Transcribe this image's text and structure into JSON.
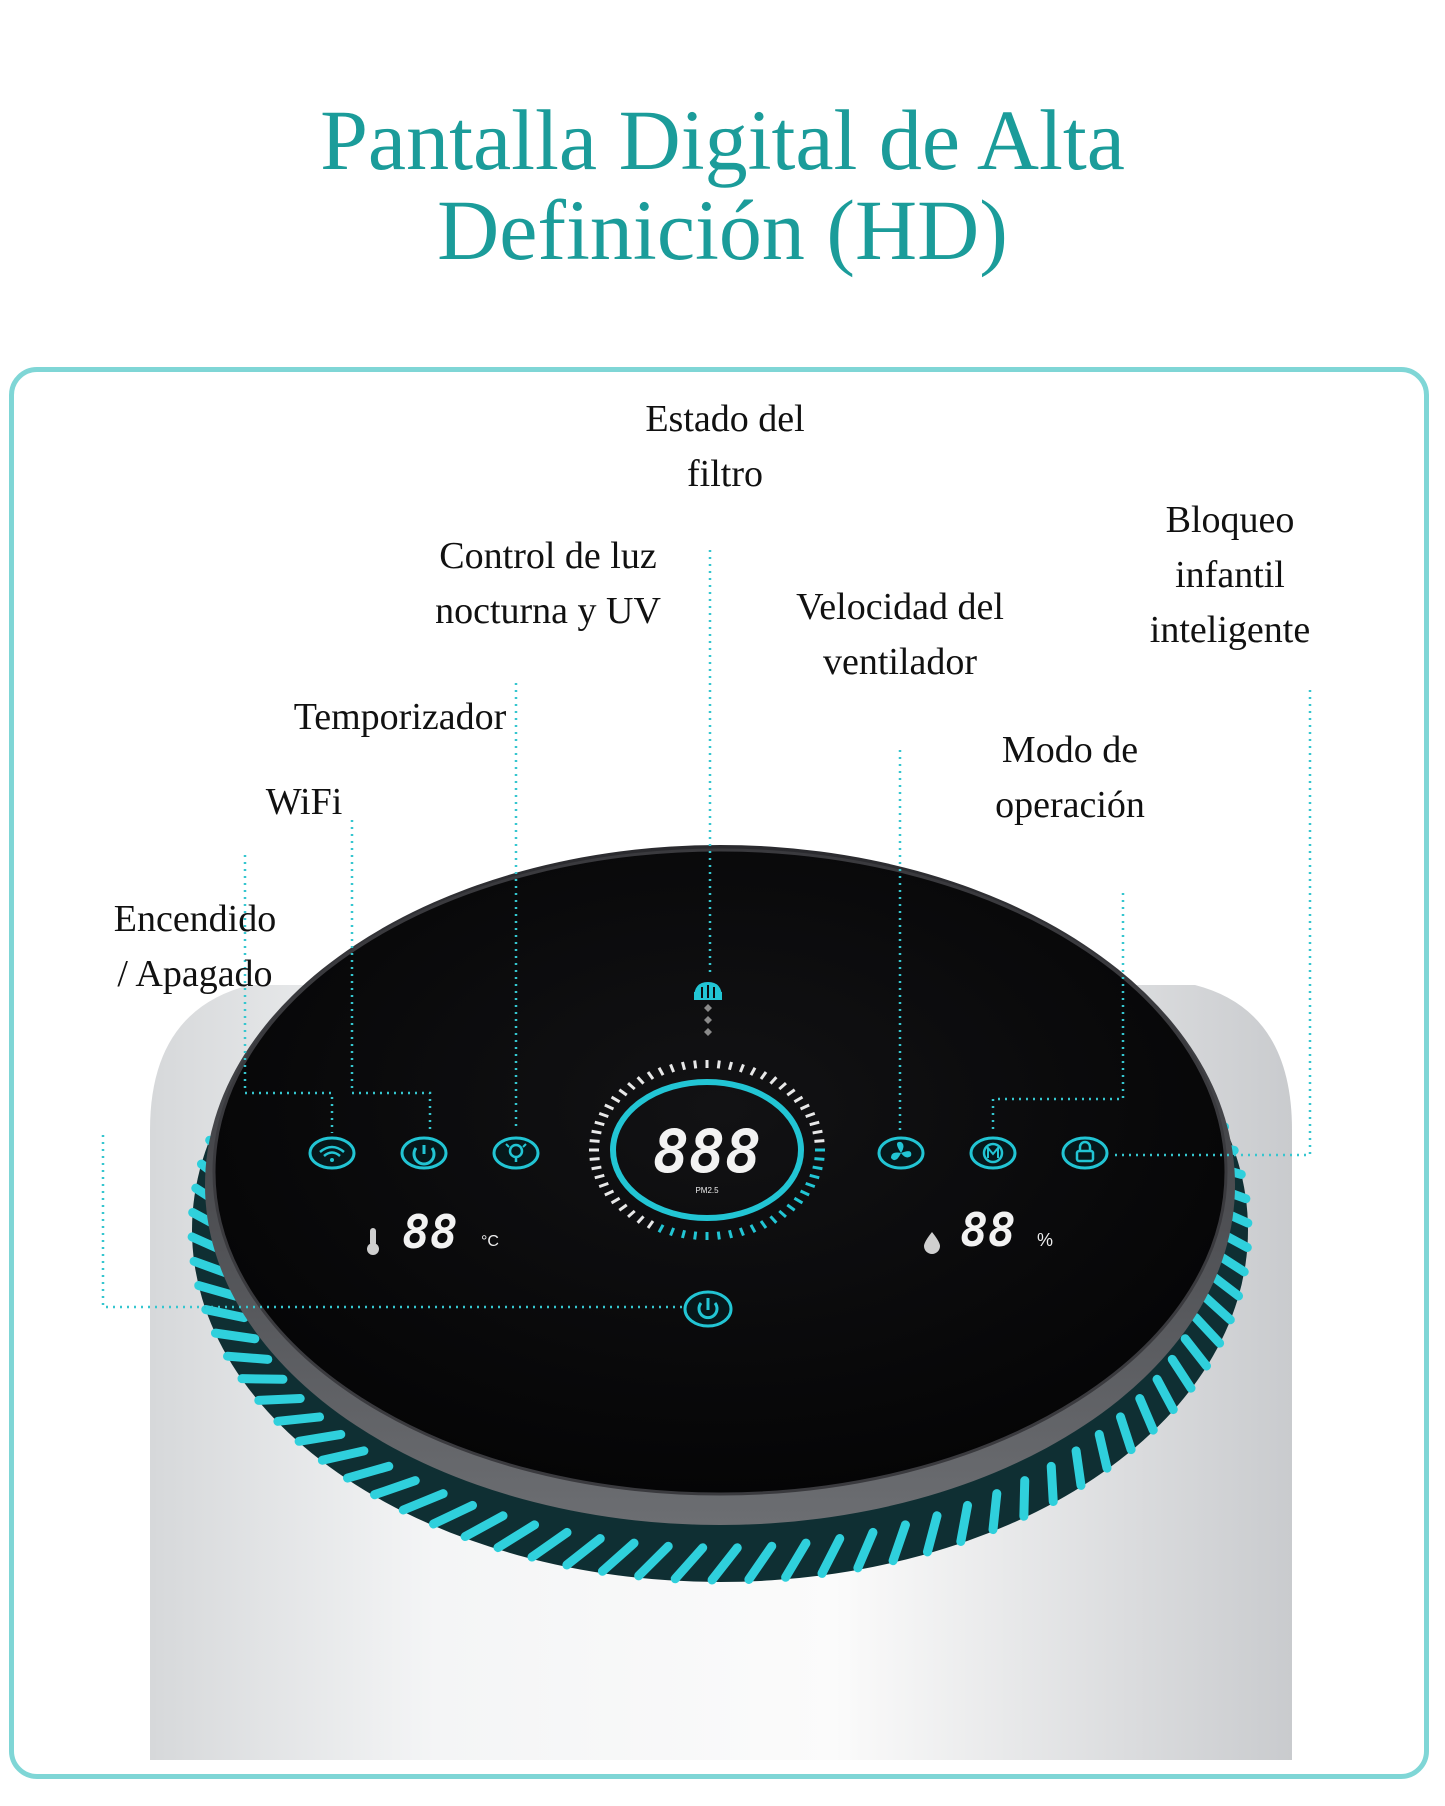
{
  "title": {
    "line1": "Pantalla Digital de Alta",
    "line2": "Definición (HD)"
  },
  "labels": {
    "filter_status": {
      "line1": "Estado del",
      "line2": "filtro"
    },
    "night_light": {
      "line1": "Control de luz",
      "line2": "nocturna y UV"
    },
    "child_lock": {
      "line1": "Bloqueo",
      "line2": "infantil",
      "line3": "inteligente"
    },
    "fan_speed": {
      "line1": "Velocidad del",
      "line2": "ventilador"
    },
    "timer": {
      "line1": "Temporizador"
    },
    "mode": {
      "line1": "Modo de",
      "line2": "operación"
    },
    "wifi": {
      "line1": "WiFi"
    },
    "power": {
      "line1": "Encendido",
      "line2": "/ Apagado"
    }
  },
  "display": {
    "center_value": "888",
    "center_sub": "PM2.5",
    "temperature_value": "88",
    "temperature_unit": "°C",
    "humidity_value": "88",
    "humidity_unit": "%"
  },
  "colors": {
    "title": "#1b9c9a",
    "accent": "#22c5d4",
    "panel": "#0b0b0d",
    "frame": "#7fd6d6",
    "leader": "#35c6cf"
  },
  "icons": [
    "wifi-icon",
    "timer-icon",
    "night-light-icon",
    "filter-icon",
    "fan-icon",
    "mode-icon",
    "lock-icon",
    "power-icon",
    "thermometer-icon",
    "droplet-icon"
  ]
}
